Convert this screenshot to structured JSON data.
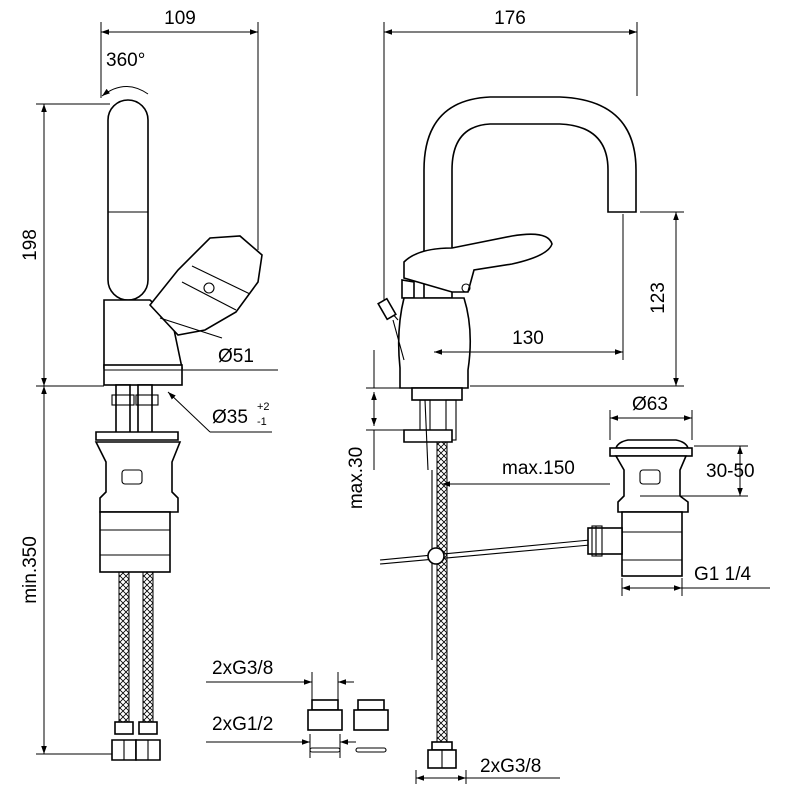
{
  "dimensions": {
    "side_width": "109",
    "rotation": "360°",
    "side_height": "198",
    "base_diameter": "Ø51",
    "hole_diameter": "Ø35",
    "hole_tol_upper": "+2",
    "hole_tol_lower": "-1",
    "min_hose": "min.350",
    "front_width": "176",
    "spout_height": "123",
    "spout_reach": "130",
    "deck_thickness": "max.30",
    "rod_reach": "max.150",
    "waste_diameter": "Ø63",
    "waste_height": "30-50",
    "waste_thread": "G1 1/4",
    "adapter_top": "2xG3/8",
    "adapter_bottom": "2xG1/2",
    "hose_thread": "2xG3/8"
  }
}
